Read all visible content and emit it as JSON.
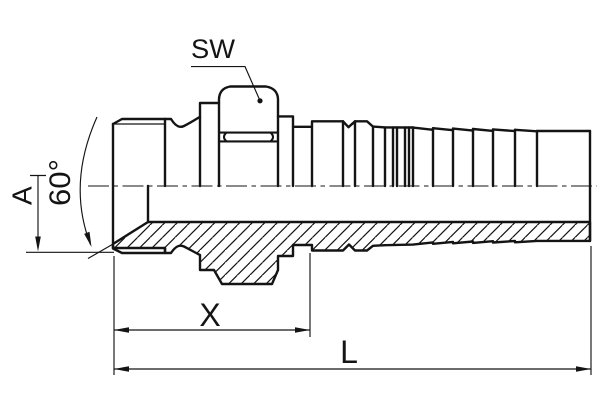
{
  "drawing": {
    "type": "technical-drawing-half-section",
    "labels": {
      "wrench_size": "SW",
      "seat_diameter": "A",
      "seat_angle": "60°",
      "dim_x": "X",
      "dim_l": "L"
    },
    "colors": {
      "line": "#141414",
      "background": "#ffffff"
    }
  }
}
